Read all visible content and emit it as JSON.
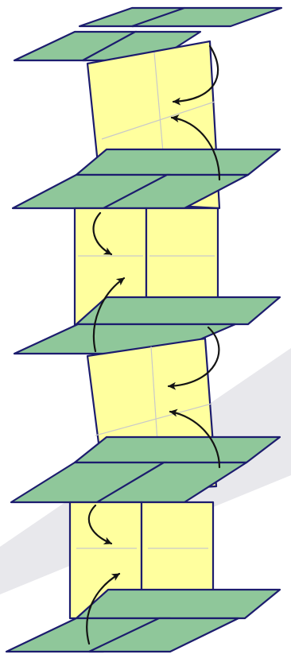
{
  "diagram": {
    "title": "",
    "colors": {
      "background": "#ffffff",
      "shadow": "#e8e8ec",
      "plate_fill": "#8fc79a",
      "panel_fill": "#ffff9e",
      "edge": "#1c1c6e",
      "crease": "#c9c9c9",
      "arrow": "#141414"
    },
    "components": {
      "horizontal_plates": 5,
      "tilted_panels": 2,
      "straight_panel_pairs": 2,
      "fold_arrows": 8
    },
    "icons": [
      "curved-arrow-icon"
    ]
  }
}
